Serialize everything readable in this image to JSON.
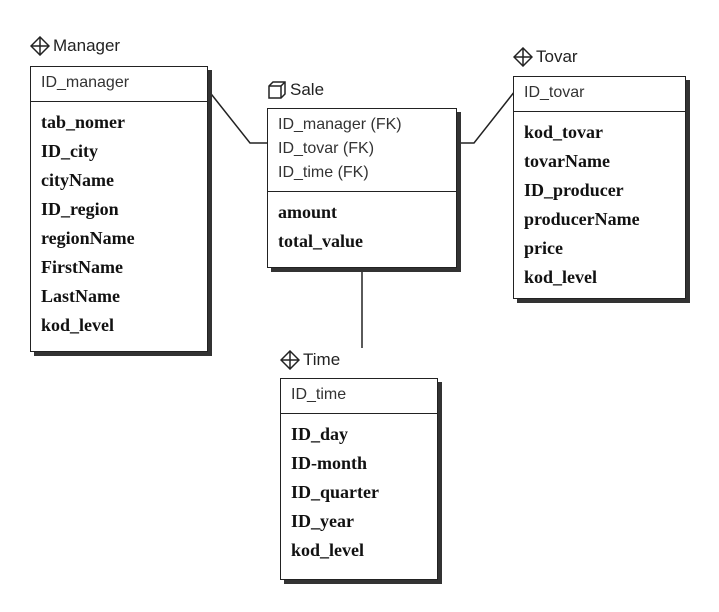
{
  "entities": {
    "manager": {
      "name": "Manager",
      "icon": "diamond-plus-icon",
      "keys": [
        "ID_manager"
      ],
      "attributes": [
        "tab_nomer",
        "ID_city",
        "cityName",
        "ID_region",
        "regionName",
        "FirstName",
        "LastName",
        "kod_level"
      ]
    },
    "sale": {
      "name": "Sale",
      "icon": "cube-icon",
      "keys": [
        "ID_manager (FK)",
        "ID_tovar (FK)",
        "ID_time (FK)"
      ],
      "attributes": [
        "amount",
        "total_value"
      ]
    },
    "tovar": {
      "name": "Tovar",
      "icon": "diamond-plus-icon",
      "keys": [
        "ID_tovar"
      ],
      "attributes": [
        "kod_tovar",
        "tovarName",
        "ID_producer",
        "producerName",
        "price",
        "kod_level"
      ]
    },
    "time": {
      "name": "Time",
      "icon": "diamond-plus-icon",
      "keys": [
        "ID_time"
      ],
      "attributes": [
        "ID_day",
        "ID-month",
        "ID_quarter",
        "ID_year",
        "kod_level"
      ]
    }
  },
  "relationships": [
    {
      "from": "manager",
      "to": "sale"
    },
    {
      "from": "tovar",
      "to": "sale"
    },
    {
      "from": "time",
      "to": "sale"
    }
  ]
}
